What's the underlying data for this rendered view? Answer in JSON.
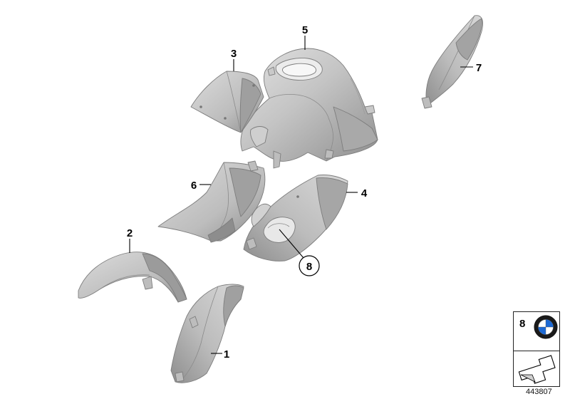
{
  "callouts": {
    "p1": "1",
    "p2": "2",
    "p3": "3",
    "p4": "4",
    "p5": "5",
    "p6": "6",
    "p7": "7",
    "p8": "8"
  },
  "legend": {
    "number": "8",
    "brand_letters": "BMW"
  },
  "drawing_number": "443807",
  "colors": {
    "part_fill": "#c7c7c7",
    "part_shadow": "#9c9c9c",
    "bmw_blue": "#1c69d4"
  }
}
